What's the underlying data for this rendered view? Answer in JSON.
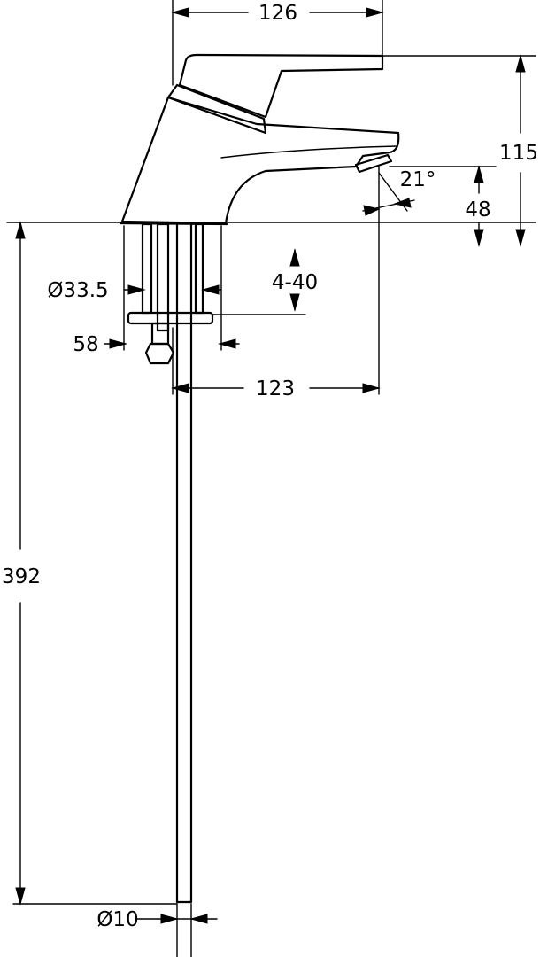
{
  "dimensions": {
    "width_total": "126",
    "height_total": "115",
    "spout_height": "48",
    "spout_angle": "21°",
    "shank_diameter": "Ø33.5",
    "counter_thickness": "4-40",
    "base_plate": "58",
    "spout_reach": "123",
    "hose_length": "392",
    "hose_diameter": "Ø10"
  },
  "colors": {
    "line": "#000000",
    "background": "#ffffff"
  }
}
